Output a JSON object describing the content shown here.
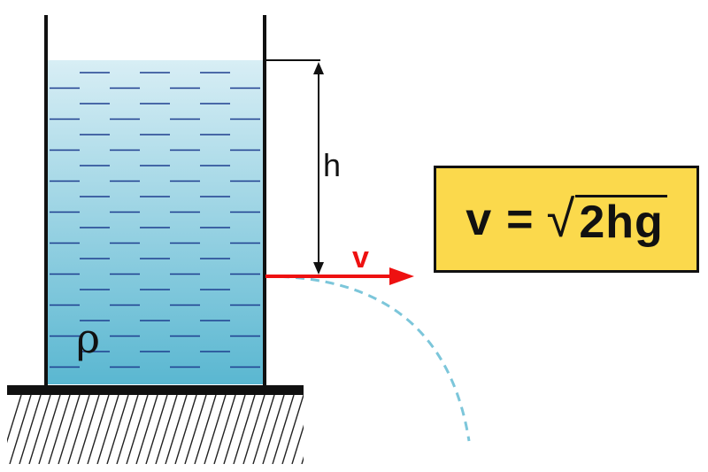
{
  "labels": {
    "height": "h",
    "velocity": "v",
    "density": "ρ"
  },
  "formula": {
    "lhs": "v",
    "equals": "=",
    "radical": "√",
    "radicand": "2hg"
  },
  "colors": {
    "water_top": "#d8eef5",
    "water_bottom": "#5ab7d1",
    "water_dash": "#1f3f8f",
    "velocity_arrow": "#ee1111",
    "jet_stream": "#7cc6da",
    "formula_box": "#fbd94c",
    "outline": "#111111"
  }
}
